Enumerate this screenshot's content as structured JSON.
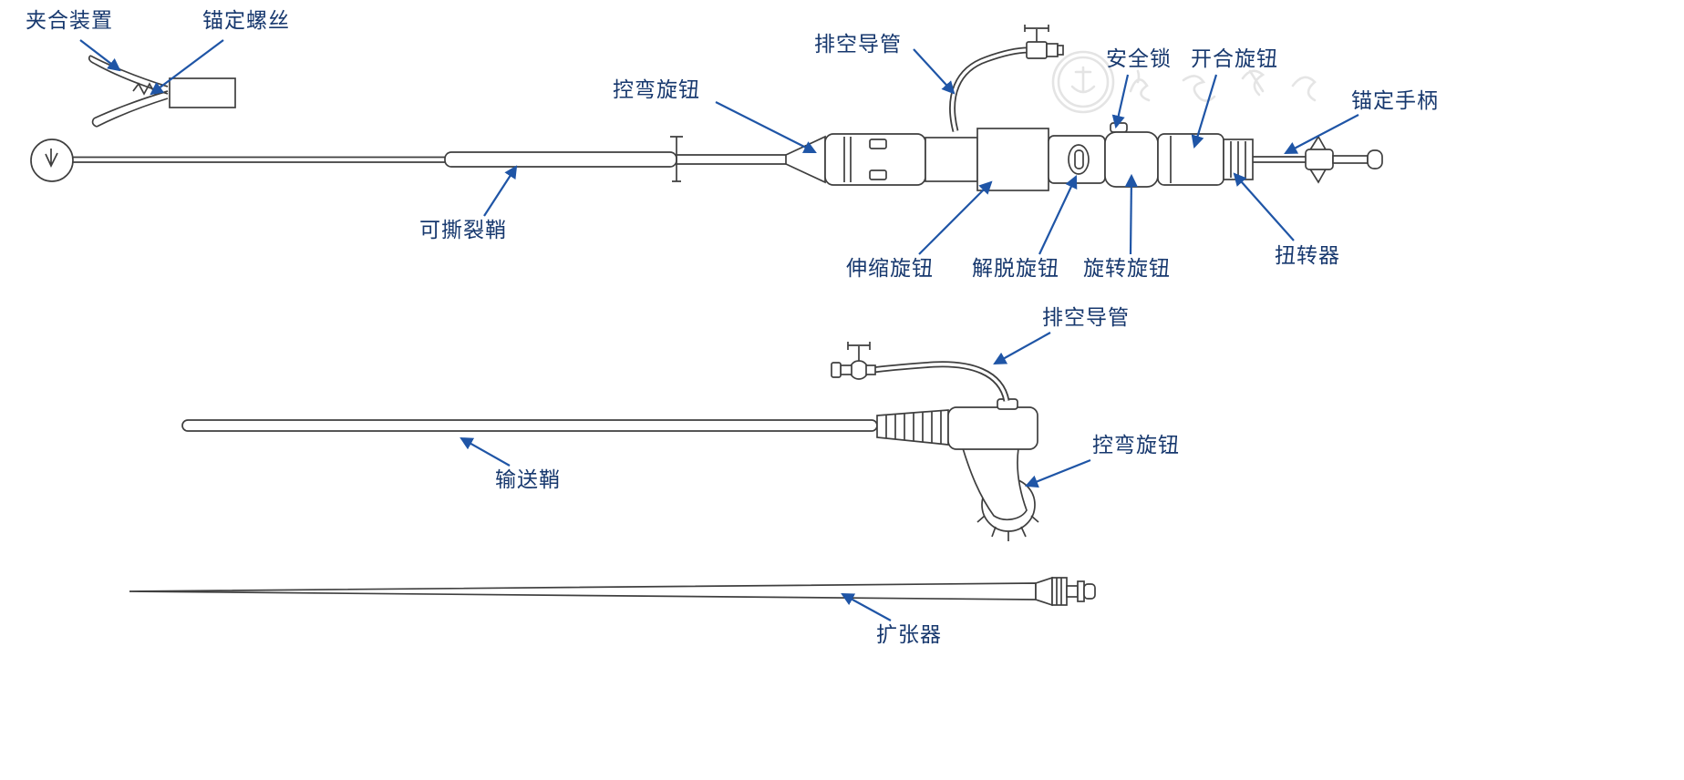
{
  "diagram": {
    "description_type": "medical-device-labeled-line-diagram",
    "colors": {
      "background": "#ffffff",
      "label_text": "#17386e",
      "arrow": "#1f55a6",
      "line_art": "#3f3f3f",
      "watermark": "#cfcfcf"
    },
    "top_device": {
      "labels": {
        "clip_device": "夹合装置",
        "anchor_screw": "锚定螺丝",
        "evac_catheter": "排空导管",
        "bend_knob": "控弯旋钮",
        "safety_lock": "安全锁",
        "open_close_knob": "开合旋钮",
        "anchor_handle": "锚定手柄",
        "tearable_sheath": "可撕裂鞘",
        "telescope_knob": "伸缩旋钮",
        "release_knob": "解脱旋钮",
        "rotation_knob": "旋转旋钮",
        "torquer": "扭转器"
      }
    },
    "middle_device": {
      "labels": {
        "evac_catheter": "排空导管",
        "delivery_sheath": "输送鞘",
        "bend_knob": "控弯旋钮"
      }
    },
    "bottom_device": {
      "labels": {
        "dilator": "扩张器"
      }
    }
  }
}
